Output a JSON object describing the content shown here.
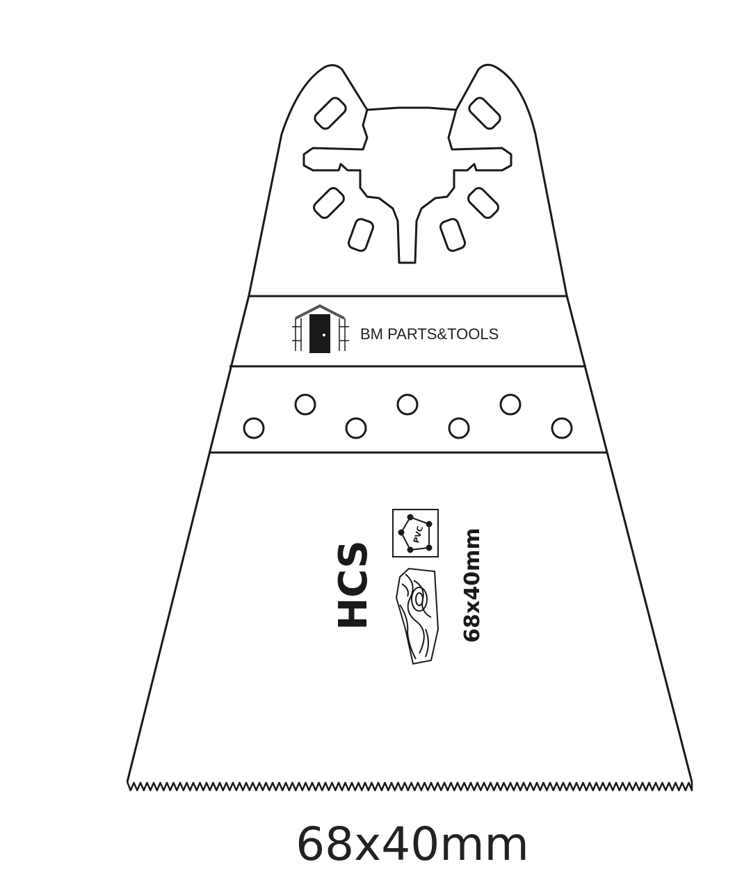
{
  "brand": {
    "name": "BM PARTS&TOOLS",
    "logo_icon": "house-door-logo-icon"
  },
  "blade": {
    "material": "HCS",
    "side_size_label": "68x40mm",
    "material_badges": [
      {
        "icon": "pvc-badge-icon",
        "text": "PVC"
      },
      {
        "icon": "wood-grain-icon"
      }
    ]
  },
  "dimension_label": "68x40mm",
  "colors": {
    "stroke": "#1a1a1a",
    "text": "#222222",
    "background": "#ffffff"
  }
}
